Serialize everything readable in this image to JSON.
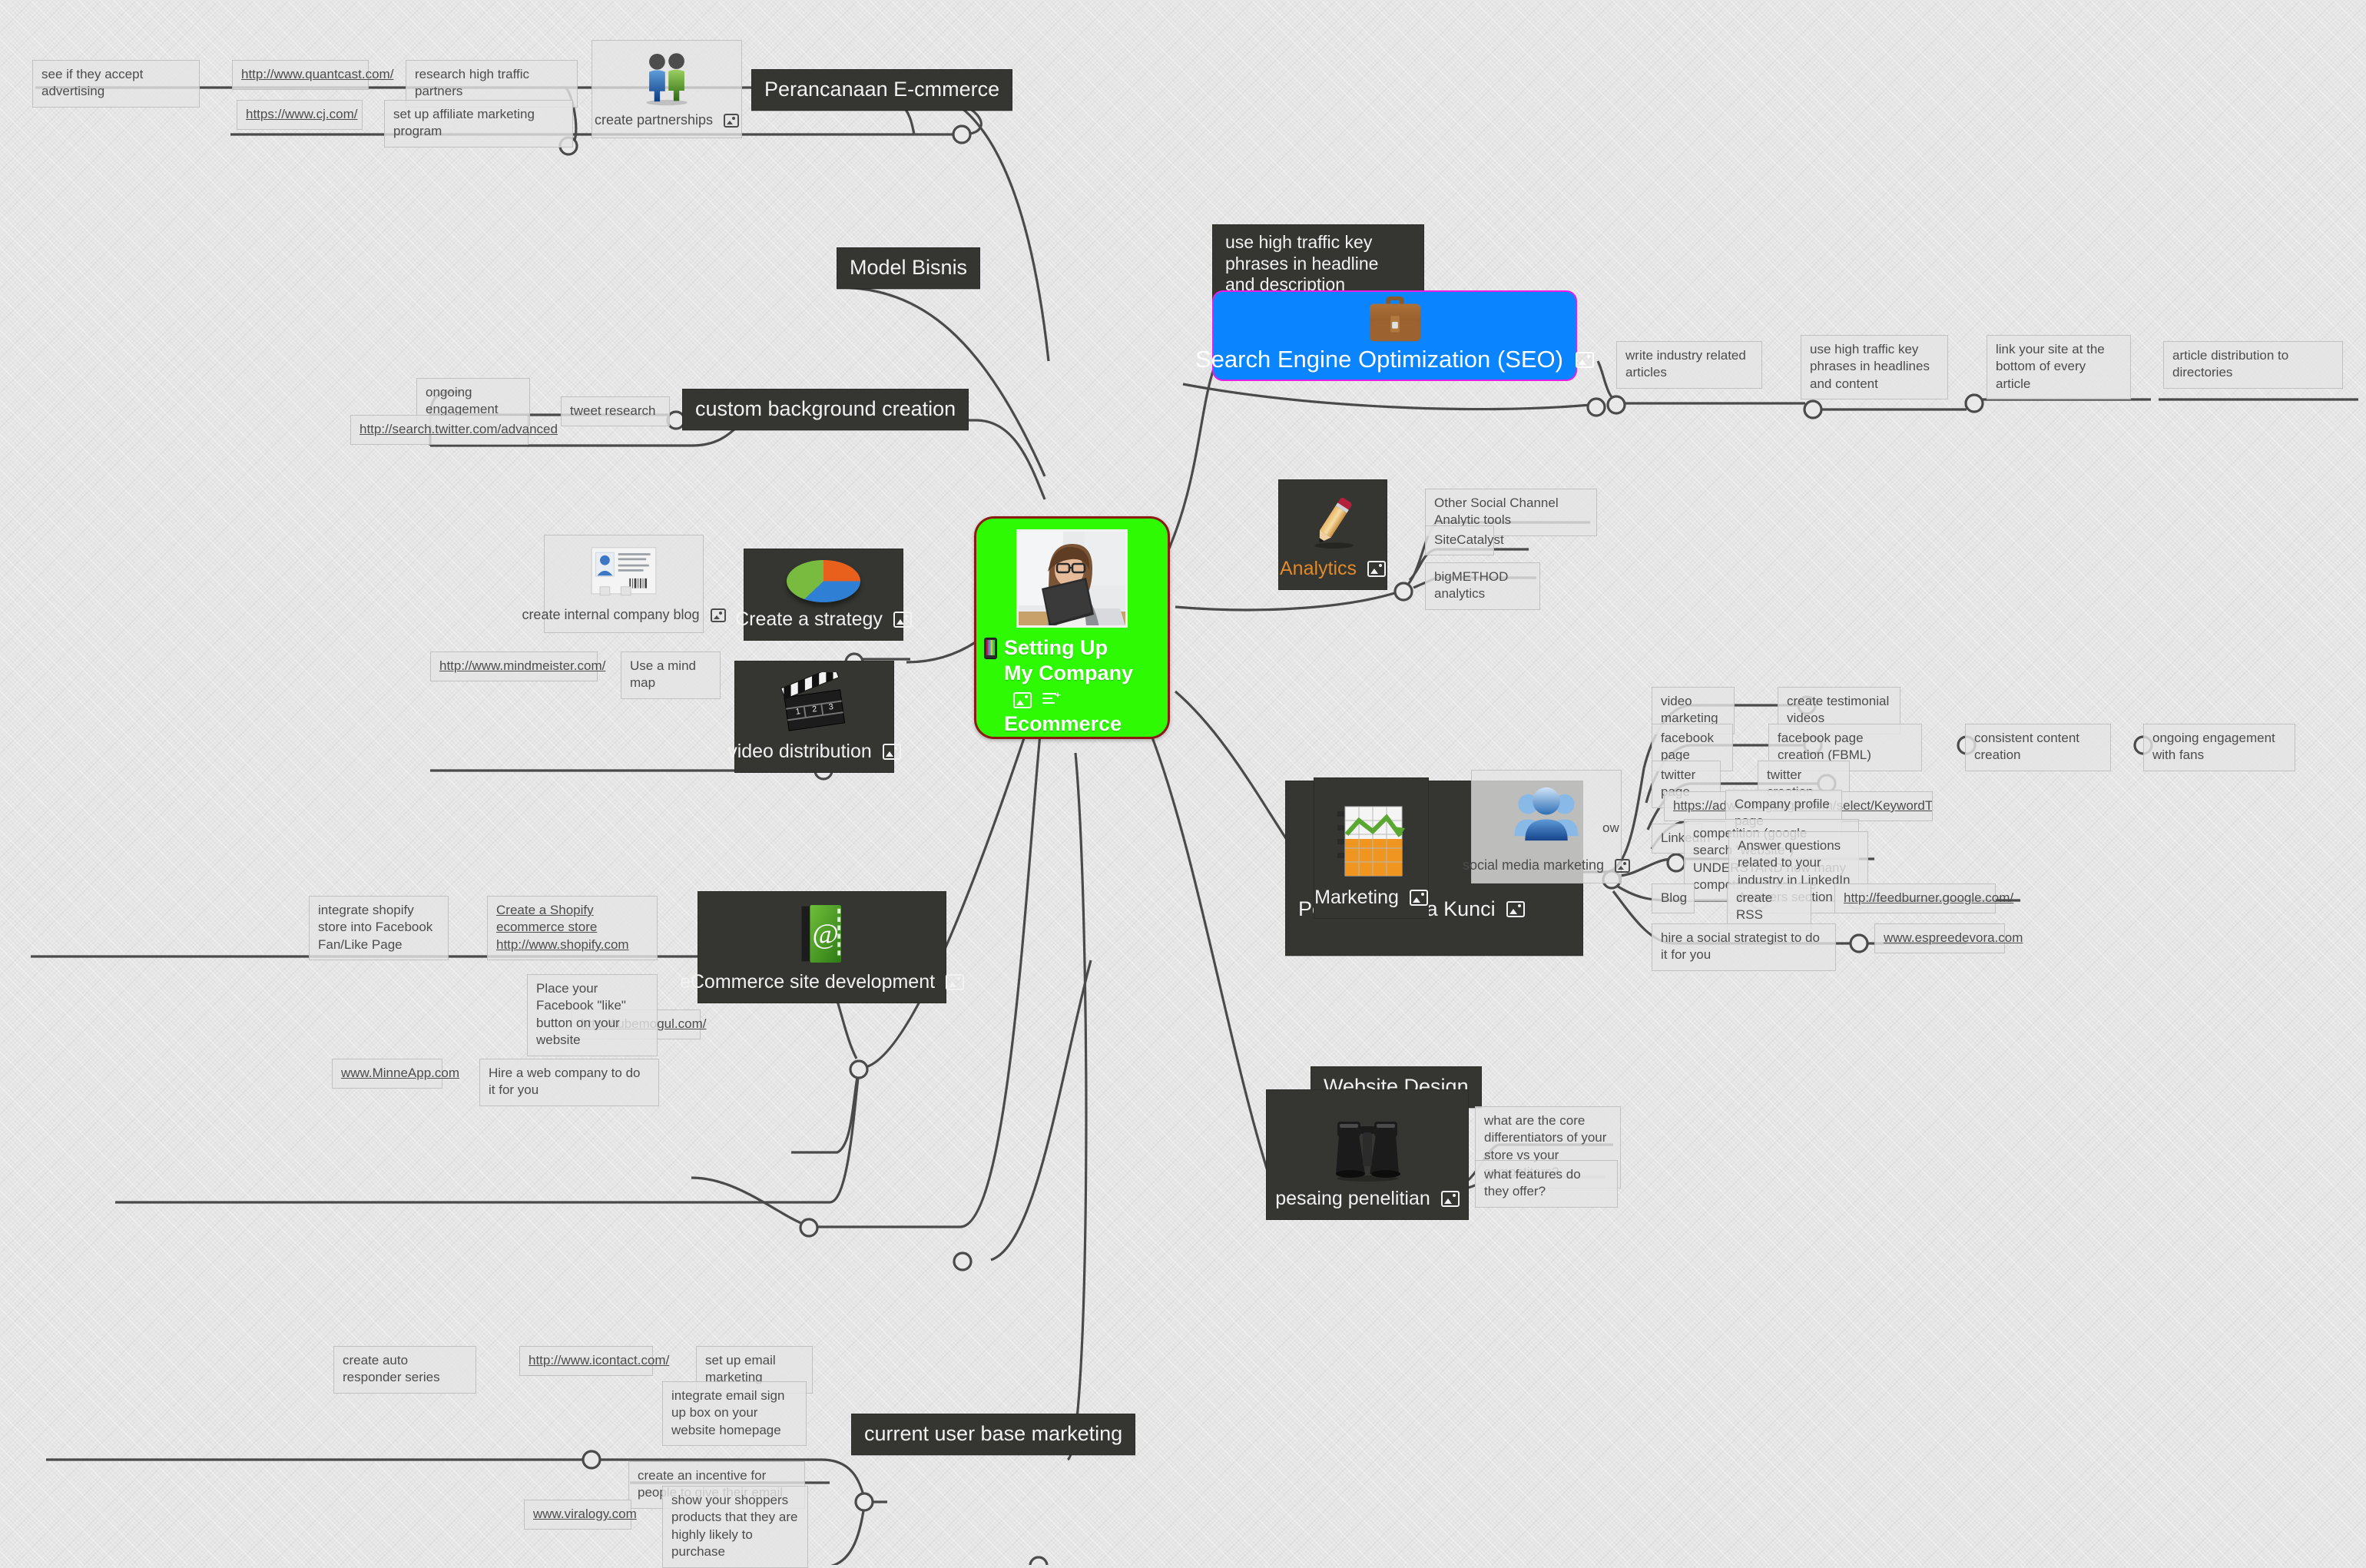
{
  "app": {
    "type": "mindmap",
    "background_color": "#e6e6e6"
  },
  "central": {
    "title": "Setting Up My Company Ecommerce",
    "line1": "Setting Up",
    "line2": "My Company",
    "line3": "Ecommerce",
    "fill_color": "#2efa04",
    "border_color": "#8b1b12",
    "text_color": "#ffffff",
    "icons": [
      "mobile-phone-icon",
      "image-attachment-icon",
      "note-icon"
    ]
  },
  "seo": {
    "label": "Search Engine Optimization (SEO)",
    "fill_color": "#0a84ff",
    "border_color": "#e61ee6",
    "icon": "briefcase-icon",
    "attachment_icon": "image-attachment-icon",
    "note": "use high traffic key phrases in headline and description",
    "children": [
      "write industry related articles",
      "use high traffic key phrases in headlines and content",
      "link your site at the bottom of every article",
      "article distribution to directories"
    ]
  },
  "branches": {
    "perancanaan": {
      "label": "Perancanaan E-cmmerce",
      "child_node": {
        "label": "create partnerships",
        "icon": "two-people-icon",
        "attachment_icon": "image-attachment-icon"
      },
      "leaves": [
        "see if they accept advertising",
        "http://www.quantcast.com/",
        "research high traffic partners",
        "https://www.cj.com/",
        "set up affiliate marketing program"
      ]
    },
    "model_bisnis": {
      "label": "Model Bisnis"
    },
    "custom_background": {
      "label": "custom background creation",
      "leaves": [
        "ongoing engagement",
        "tweet research",
        "http://search.twitter.com/advanced"
      ]
    },
    "create_strategy": {
      "label": "Create a strategy",
      "icon": "pie-chart-icon",
      "attachment_icon": "image-attachment-icon",
      "leaves": [
        "create internal company blog",
        "http://www.mindmeister.com/",
        "Use a mind map"
      ],
      "blog_node": {
        "label": "create internal company blog",
        "icon": "id-card-icon",
        "attachment_icon": "image-attachment-icon"
      }
    },
    "video_distribution": {
      "label": "video distribution",
      "icon": "clapperboard-icon",
      "attachment_icon": "image-attachment-icon",
      "leaves": [
        "http://tubemogul.com/"
      ]
    },
    "ecommerce_site": {
      "label": "eCommerce site development",
      "icon": "at-book-icon",
      "attachment_icon": "image-attachment-icon",
      "leaves": [
        "integrate shopify store into Facebook Fan/Like Page",
        "Create a Shopify ecommerce store http://www.shopify.com",
        "Place your Facebook \"like\" button on your website",
        "www.MinneApp.com",
        "Hire a web company to do it for you"
      ]
    },
    "analytics": {
      "label": "Analytics",
      "label_color": "#e08a2a",
      "icon": "pencil-icon",
      "attachment_icon": "image-attachment-icon",
      "leaves": [
        "Other Social Channel Analytic tools",
        "SiteCatalyst",
        "bigMETHOD analytics"
      ]
    },
    "marketing": {
      "label": "Marketing",
      "icon": "chart-book-icon",
      "attachment_icon": "image-attachment-icon"
    },
    "penelitian_kata_kunci": {
      "label": "Penelitian Kata Kunci",
      "attachment_icon": "image-attachment-icon"
    },
    "social_media": {
      "label": "social media marketing",
      "icon": "three-people-icon",
      "attachment_icon": "image-attachment-icon",
      "rows": [
        {
          "left": "video marketing",
          "mid": "create testimonial videos"
        },
        {
          "left": "facebook page",
          "mid": "facebook page creation (FBML)",
          "right": "consistent content creation",
          "far": "ongoing engagement with fans"
        },
        {
          "left": "twitter page",
          "mid": "twitter creation"
        },
        {
          "left": "https://adwords.google.com/select/KeywordToolExternal",
          "overlay": "Company profile page"
        },
        {
          "left": "LinkedIn",
          "mid": "competition (google search \"website\") UNDERSTAND how many competitors there are",
          "overlay": "Answer questions related to your industry in LinkedIn Answers section"
        },
        {
          "left": "Blog",
          "mid": "create RSS",
          "right": "http://feedburner.google.com/"
        },
        {
          "left": "hire a social strategist to do it for you",
          "right": "www.espreedevora.com"
        }
      ],
      "fragment": "ow"
    },
    "website_design": {
      "label": "Website Design"
    },
    "pesaing_penelitian": {
      "label": "pesaing penelitian",
      "icon": "binoculars-icon",
      "attachment_icon": "image-attachment-icon",
      "leaves": [
        "what are the core differentiators of your store vs your competitors?",
        "what features do they offer?"
      ]
    },
    "current_user_base": {
      "label": "current user base marketing",
      "leaves": [
        "create auto responder series",
        "http://www.icontact.com/",
        "set up email marketing",
        "integrate email sign up box on your website homepage",
        "create an incentive for people to give their email",
        "www.viralogy.com",
        "show your shoppers products that they are highly likely to purchase"
      ]
    }
  }
}
